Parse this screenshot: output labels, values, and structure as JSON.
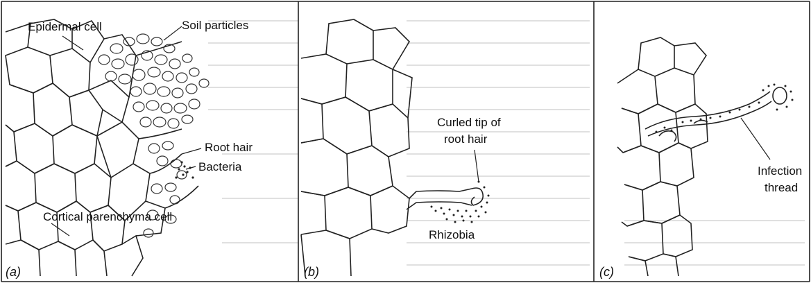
{
  "panels": [
    {
      "id": "a",
      "label": "(a)",
      "annotations": {
        "epidermal_cell": "Epidermal cell",
        "soil_particles": "Soil particles",
        "root_hair": "Root hair",
        "bacteria": "Bacteria",
        "cortical_parenchyma_cell": "Cortical parenchyma cell"
      }
    },
    {
      "id": "b",
      "label": "(b)",
      "annotations": {
        "curled_tip_line1": "Curled tip of",
        "curled_tip_line2": "root hair",
        "rhizobia": "Rhizobia"
      }
    },
    {
      "id": "c",
      "label": "(c)",
      "annotations": {
        "infection_line1": "Infection",
        "infection_line2": "thread"
      }
    }
  ]
}
